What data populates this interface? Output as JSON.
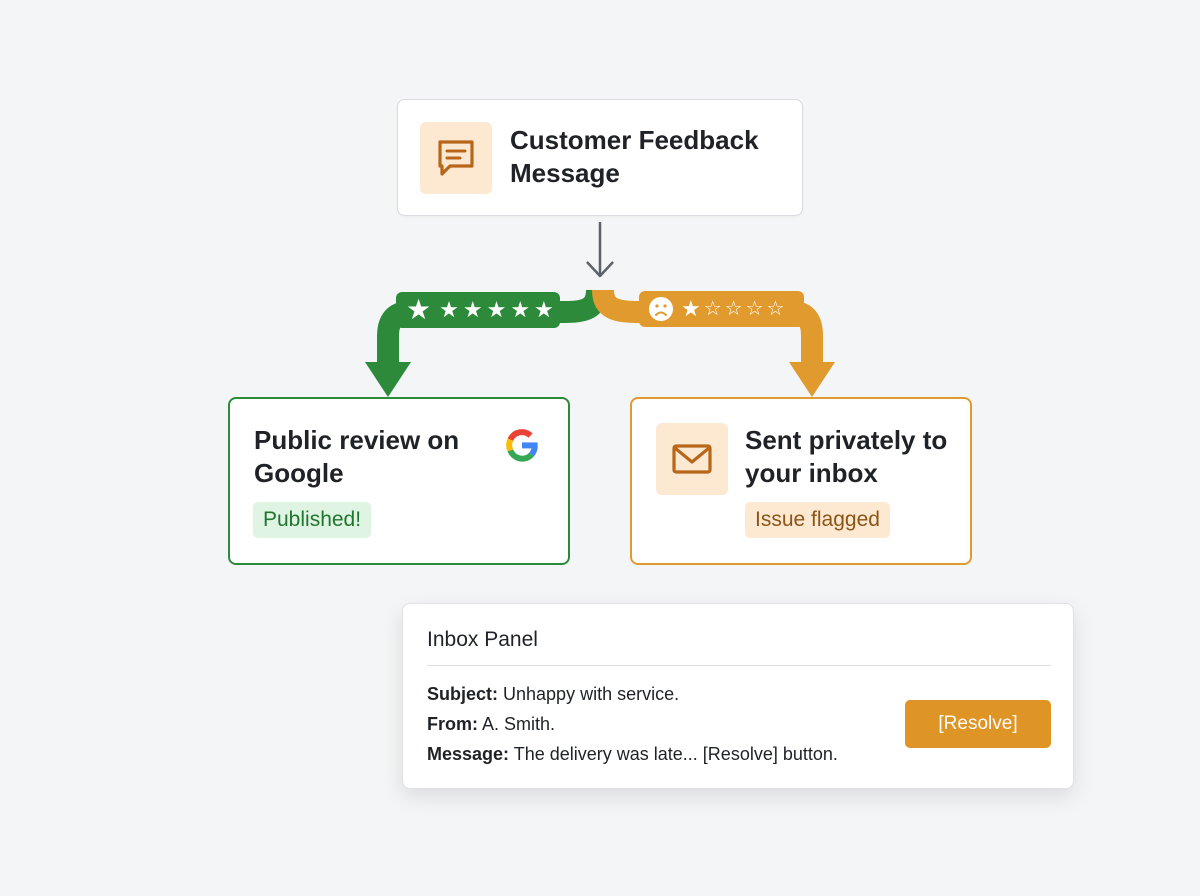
{
  "source": {
    "title": "Customer Feedback Message",
    "icon": "chat-bubble-icon"
  },
  "positive_branch": {
    "rating_stars": 5,
    "star_glyphs": [
      "★",
      "★",
      "★",
      "★",
      "★",
      "★"
    ],
    "color": "#2c8a3a",
    "card": {
      "title": "Public review on Google",
      "badge": "Published!",
      "icon": "google-logo-icon"
    }
  },
  "negative_branch": {
    "rating_stars": 1,
    "star_glyphs": [
      "★",
      "☆",
      "☆",
      "☆",
      "☆"
    ],
    "color": "#e09a2e",
    "icon": "sad-face-icon",
    "card": {
      "title": "Sent privately to your inbox",
      "badge": "Issue flagged",
      "icon": "envelope-icon"
    }
  },
  "inbox_panel": {
    "title": "Inbox Panel",
    "subject_label": "Subject:",
    "subject_value": " Unhappy with service.",
    "from_label": "From:",
    "from_value": " A. Smith.",
    "message_label": "Message:",
    "message_value": " The delivery was late... [Resolve] button.",
    "resolve_label": "[Resolve]",
    "accent": "#df9426"
  }
}
